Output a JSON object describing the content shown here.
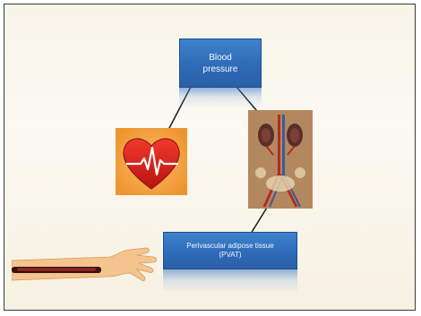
{
  "boxes": {
    "blood_pressure": "Blood pressure",
    "pvat": "Perivascular adipose tissue (PVAT)"
  },
  "images": {
    "heart": "heart-with-ecg-icon",
    "anatomy": "abdominal-vasculature-anatomy",
    "arm": "arm-with-artery"
  },
  "colors": {
    "box_fill": "#2e6bb8",
    "heart_red": "#d9231f",
    "heart_bg": "#f6a23a",
    "slide_bg": "#fbf9f1"
  }
}
